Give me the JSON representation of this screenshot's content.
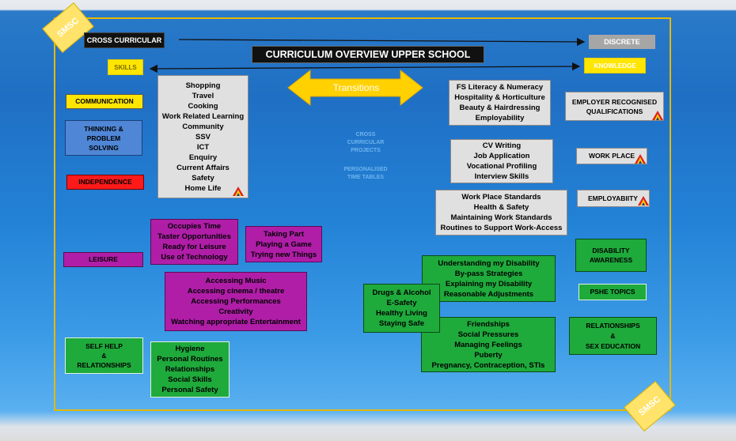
{
  "top": {
    "cross_curricular": "CROSS CURRICULAR",
    "discrete": "DISCRETE",
    "title": "CURRICULUM OVERVIEW UPPER SCHOOL",
    "skills": "SKILLS",
    "knowledge": "KNOWLEDGE",
    "transitions": "Transitions"
  },
  "stamps": [
    "SMSC",
    "SMSC"
  ],
  "faint": {
    "lines1": [
      "CROSS",
      "CURRICULAR",
      "PROJECTS"
    ],
    "lines2": [
      "PERSONALISED",
      "TIME TABLES"
    ]
  },
  "left_labels": {
    "communication": "COMMUNICATION",
    "thinking": [
      "THINKING &",
      "PROBLEM",
      "SOLVING"
    ],
    "independence": "INDEPENDENCE",
    "leisure": "LEISURE",
    "self_help": [
      "SELF HELP",
      "&",
      "RELATIONSHIPS"
    ]
  },
  "skills_box": [
    "Shopping",
    "Travel",
    "Cooking",
    "Work Related Learning",
    "Community",
    "SSV",
    "ICT",
    "Enquiry",
    "Current Affairs",
    "Safety",
    "Home Life"
  ],
  "leisure_boxes": {
    "occupies": [
      "Occupies Time",
      "Taster Opportunities",
      "Ready for Leisure",
      "Use of Technology"
    ],
    "taking": [
      "Taking Part",
      "Playing a Game",
      "Trying new Things"
    ],
    "music": [
      "Accessing Music",
      "Accessing cinema / theatre",
      "Accessing Performances",
      "Creativity",
      "Watching appropriate Entertainment"
    ]
  },
  "hygiene_box": [
    "Hygiene",
    "Personal Routines",
    "Relationships",
    "Social Skills",
    "Personal Safety"
  ],
  "right_boxes": {
    "fs": [
      "FS Literacy & Numeracy",
      "Hospitality & Horticulture",
      "Beauty & Hairdressing",
      "Employability"
    ],
    "cv": [
      "CV Writing",
      "Job Application",
      "Vocational Profiling",
      "Interview Skills"
    ],
    "standards": [
      "Work Place Standards",
      "Health & Safety",
      "Maintaining Work Standards",
      "Routines to Support Work-Access"
    ],
    "disability": [
      "Understanding my Disability",
      "By-pass Strategies",
      "Explaining my Disability",
      "Reasonable Adjustments"
    ],
    "drugs": [
      "Drugs & Alcohol",
      "E-Safety",
      "Healthy Living",
      "Staying Safe"
    ],
    "friendships": [
      "Friendships",
      "Social Pressures",
      "Managing Feelings",
      "Puberty",
      "Pregnancy, Contraception, STIs"
    ]
  },
  "right_labels": {
    "employer": [
      "EMPLOYER RECOGNISED",
      "QUALIFICATIONS"
    ],
    "workplace": "WORK PLACE",
    "employability": "EMPLOYABIITY",
    "disability_awareness": [
      "DISABILITY",
      "AWARENESS"
    ],
    "pshe": "PSHE TOPICS",
    "relationships": [
      "RELATIONSHIPS",
      "&",
      "SEX EDUCATION"
    ]
  },
  "colors": {
    "yellow": "#ffe600",
    "blue_box": "#4f86d6",
    "red": "#ff1a1a",
    "purple": "#b01ea8",
    "green": "#1faa3c",
    "grey": "#e0e0e0"
  }
}
